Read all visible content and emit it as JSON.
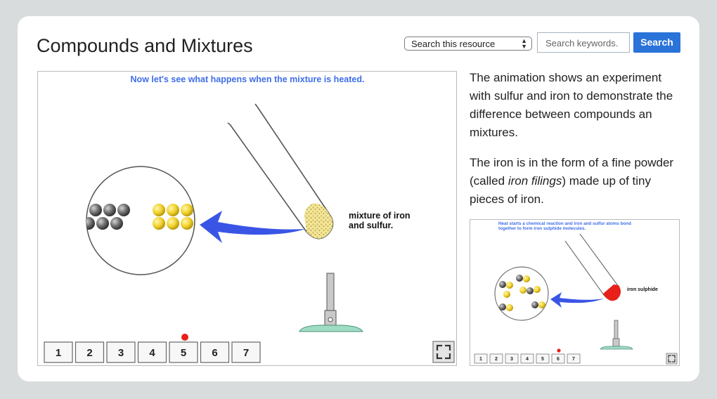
{
  "page": {
    "title": "Compounds and Mixtures"
  },
  "search": {
    "scope_selected": "Search this resource",
    "placeholder": "Search keywords.",
    "button_label": "Search"
  },
  "animation": {
    "caption": "Now let's see what happens when the mixture is heated.",
    "label_line1": "mixture of iron",
    "label_line2": "and sulfur.",
    "steps": [
      "1",
      "2",
      "3",
      "4",
      "5",
      "6",
      "7"
    ],
    "active_step": "5"
  },
  "description": {
    "para1": "The animation shows an experiment with sulfur and iron to demonstrate the difference between compounds an mixtures.",
    "para2_before": "The iron is in the form of a fine powder (called ",
    "para2_italic": "iron filings",
    "para2_after": ") made up of tiny pieces of iron."
  },
  "thumbnail": {
    "caption_line1": "Heat starts a chemical reaction and iron and sulfur atoms bond",
    "caption_line2": "together to form iron sulphide molecules.",
    "label": "iron sulphide",
    "steps": [
      "1",
      "2",
      "3",
      "4",
      "5",
      "6",
      "7"
    ],
    "active_step": "6"
  },
  "colors": {
    "accent_blue": "#2a73d9",
    "arrow_blue": "#3a55e6",
    "sulfur_yellow": "#f2d22b",
    "iron_gray": "#6a6a6a",
    "stand_green": "#9fdcc4",
    "active_dot_red": "#e8201a",
    "hot_tube_red": "#e8201a"
  }
}
